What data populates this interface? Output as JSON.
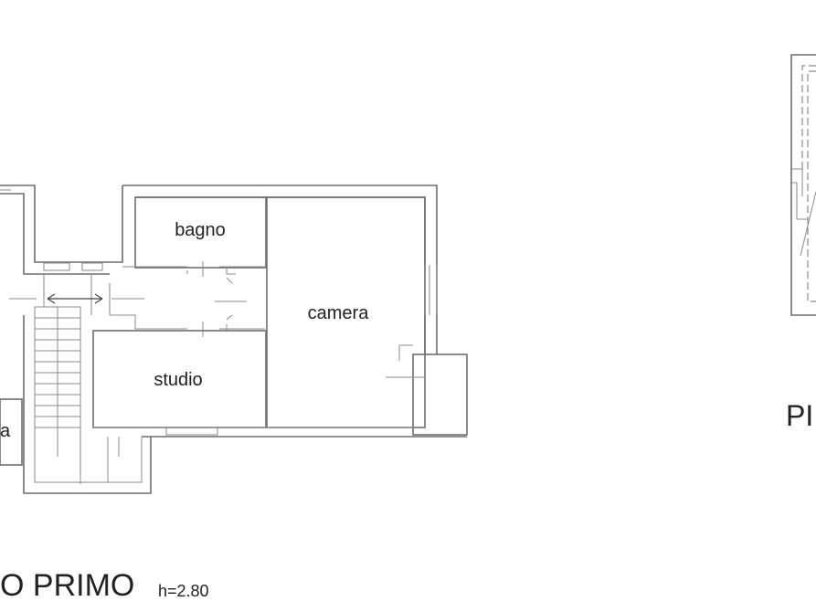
{
  "rooms": {
    "bagno": "bagno",
    "camera": "camera",
    "studio": "studio",
    "partial_left": "a"
  },
  "title": {
    "main": "O PRIMO",
    "height": "h=2.80",
    "right_fragment": "PI"
  }
}
